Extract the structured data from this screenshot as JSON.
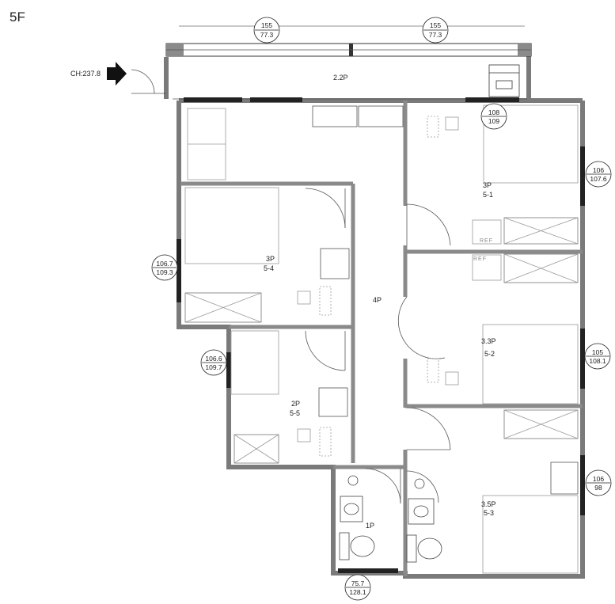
{
  "floor": {
    "label": "5F"
  },
  "entrance": {
    "ceiling_height": "CH:237.8"
  },
  "rooms": {
    "balcony": {
      "area": "2.2P"
    },
    "living": {
      "area": "4P"
    },
    "r51": {
      "area": "3P",
      "name": "5-1"
    },
    "r52": {
      "area": "3.3P",
      "name": "5-2"
    },
    "r53": {
      "area": "3.5P",
      "name": "5-3"
    },
    "r54": {
      "area": "3P",
      "name": "5-4"
    },
    "r55": {
      "area": "2P",
      "name": "5-5"
    },
    "bath": {
      "area": "1P"
    }
  },
  "windows": {
    "top_left": {
      "w": "155",
      "h": "77.3"
    },
    "top_right": {
      "w": "155",
      "h": "77.3"
    },
    "r51_top": {
      "w": "108",
      "h": "109"
    },
    "r51_side": {
      "w": "106",
      "h": "107.6"
    },
    "r52_side": {
      "w": "105",
      "h": "108.1"
    },
    "r53_side": {
      "w": "106",
      "h": "98"
    },
    "r54_side": {
      "w": "106.7",
      "h": "109.3"
    },
    "r55_side": {
      "w": "106.6",
      "h": "109.7"
    },
    "bath_bottom": {
      "w": "75.7",
      "h": "128.1"
    }
  },
  "fixtures": {
    "fridge_label": "REF"
  }
}
